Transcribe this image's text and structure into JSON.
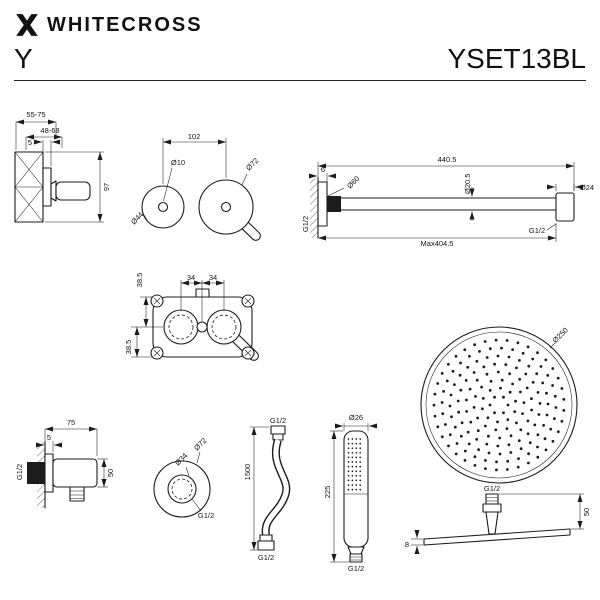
{
  "colors": {
    "ink": "#111111",
    "background": "#ffffff"
  },
  "header": {
    "brand": "WHITECROSS",
    "series": "Y",
    "model": "YSET13BL"
  },
  "drawings": {
    "mixer_trim_side": {
      "depth_range_total": "55-75",
      "depth_range_inner": "48-68",
      "plate_thickness": "5",
      "height": "97"
    },
    "mixer_trim_front": {
      "handle_spacing": "102",
      "cap_diameter": "Ø10",
      "knob_diameter": "Ø72",
      "small_knob_diameter": "Ø44"
    },
    "shower_arm": {
      "total_length": "440.5",
      "flange_thickness": "6",
      "flange_diameter": "Ø60",
      "tube_diameter": "Ø20.5",
      "end_diameter": "Ø24",
      "wall_thread": "G1/2",
      "max_length": "Max404.5",
      "outlet_thread": "G1/2"
    },
    "valve_body": {
      "offset_top": "38.5",
      "spacing_left": "34",
      "spacing_right": "34",
      "offset_bottom": "38.5"
    },
    "wall_outlet_side": {
      "length": "75",
      "plate_thickness": "5",
      "thread": "G1/2",
      "height": "50"
    },
    "wall_outlet_front": {
      "flange_diameter": "Ø72",
      "body_diameter": "Ø34",
      "thread": "G1/2"
    },
    "hose": {
      "thread_top": "G1/2",
      "length": "1500",
      "thread_bottom": "G1/2"
    },
    "hand_shower": {
      "diameter": "Ø26",
      "length": "225",
      "thread": "G1/2"
    },
    "head_top": {
      "diameter": "Ø250"
    },
    "head_side": {
      "thread": "G1/2",
      "height": "50",
      "thickness": "8"
    }
  }
}
